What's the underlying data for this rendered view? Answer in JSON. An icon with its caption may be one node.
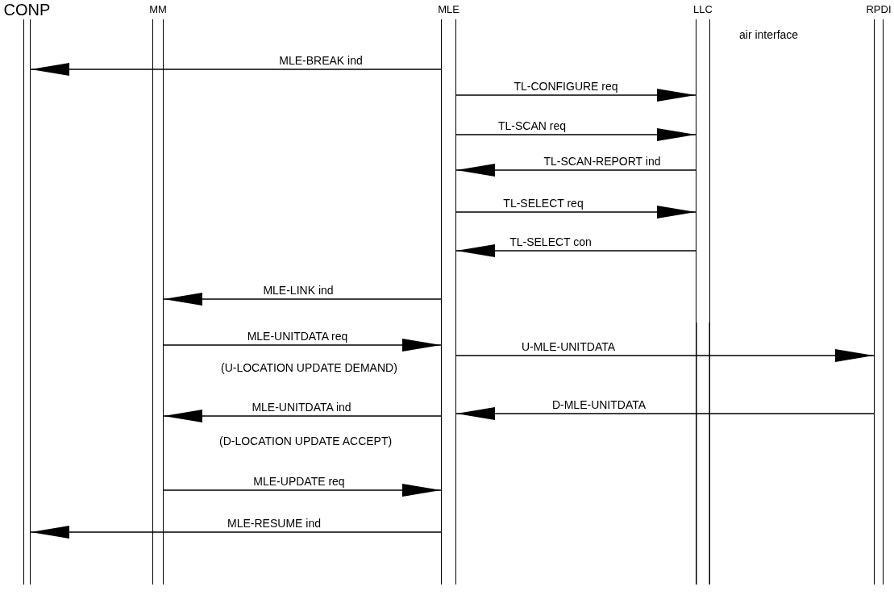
{
  "diagram": {
    "nodes": [
      {
        "text": [
          "CONP"
        ]
      },
      {
        "text": [
          "MM"
        ]
      },
      {
        "text": [
          "MLE"
        ]
      },
      {
        "text": [
          "LLC"
        ]
      },
      {
        "text": [
          "RPDI"
        ]
      }
    ],
    "edges": [
      {
        "from": 2,
        "to": 0,
        "arrow": "to",
        "label": "MLE-BREAK ind"
      },
      {
        "from": 2,
        "to": 3,
        "arrow": "to",
        "label": "TL-CONFIGURE req"
      },
      {
        "from": 2,
        "to": 3,
        "arrow": "to",
        "label": "TL-SCAN req"
      },
      {
        "from": 3,
        "to": 2,
        "arrow": "to",
        "label": "TL-SCAN-REPORT ind"
      },
      {
        "from": 2,
        "to": 3,
        "arrow": "to",
        "label": "TL-SELECT req"
      },
      {
        "from": 3,
        "to": 2,
        "arrow": "to",
        "label": "TL-SELECT con"
      },
      {
        "from": 2,
        "to": 1,
        "arrow": "to",
        "label": "MLE-LINK ind"
      },
      {
        "from": 1,
        "to": 2,
        "arrow": "to",
        "label": "MLE-UNITDATA req"
      },
      {
        "from": 2,
        "to": 4,
        "arrow": "to",
        "label": "U-MLE-UNITDATA"
      },
      {
        "from": 4,
        "to": 2,
        "arrow": "to",
        "label": "D-MLE-UNITDATA"
      },
      {
        "from": 2,
        "to": 1,
        "arrow": "to",
        "label": "MLE-UNITDATA ind"
      },
      {
        "from": 1,
        "to": 2,
        "arrow": "to",
        "label": "MLE-UPDATE req"
      },
      {
        "from": 2,
        "to": 0,
        "arrow": "to",
        "label": "MLE-RESUME ind"
      }
    ],
    "labels": [
      "air interface",
      "(U-LOCATION UPDATE DEMAND)",
      "(D-LOCATION UPDATE ACCEPT)"
    ]
  }
}
